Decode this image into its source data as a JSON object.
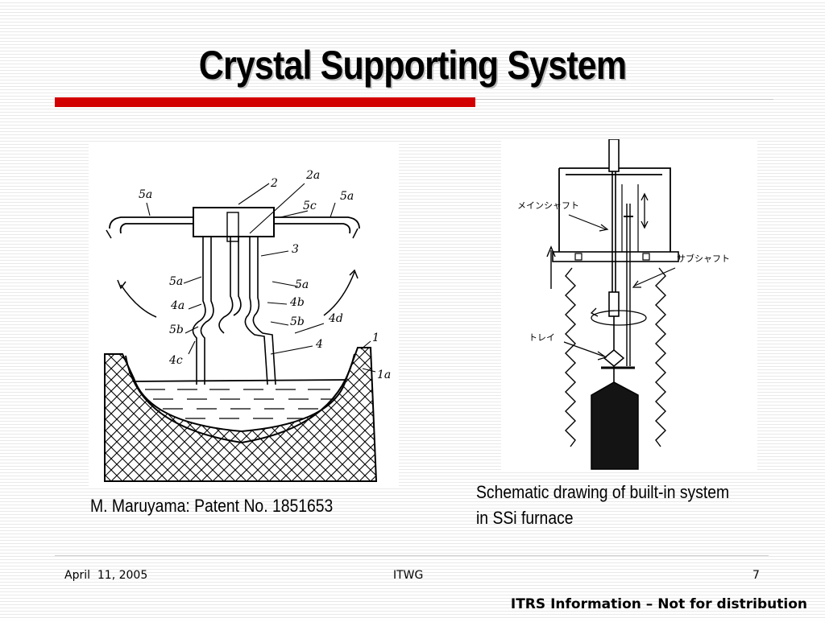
{
  "slide": {
    "title": "Crystal Supporting System",
    "left_figure": {
      "labels": [
        "5a",
        "2",
        "2a",
        "5c",
        "5a",
        "3",
        "5a",
        "4a",
        "5b",
        "4c",
        "5a",
        "4b",
        "5b",
        "4d",
        "4",
        "1",
        "1a"
      ]
    },
    "right_figure": {
      "labels": {
        "main_shaft": "メインシャフト",
        "sub_shaft": "サブシャフト",
        "tray": "トレイ"
      }
    },
    "caption_left": "M. Maruyama: Patent No. 1851653",
    "caption_right_line1": "Schematic drawing of built-in system",
    "caption_right_line2": "in SSi furnace",
    "footer": {
      "date": "April  11, 2005",
      "center": "ITWG",
      "page": "7",
      "disclaimer": "ITRS Information – Not for distribution"
    }
  },
  "colors": {
    "accent_red": "#d20000",
    "rule_gray": "#c8c8c8"
  }
}
